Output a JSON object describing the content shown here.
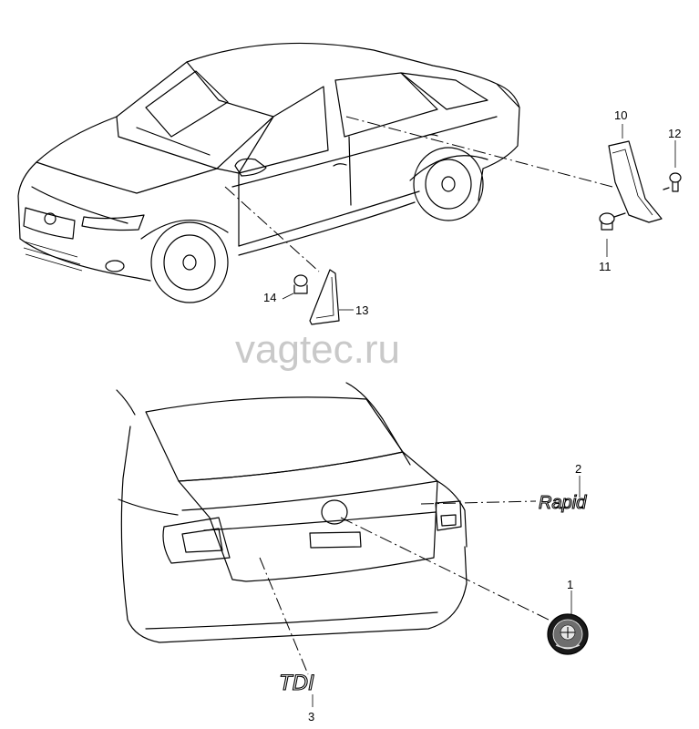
{
  "watermark": "vagtec.ru",
  "callouts": {
    "c1": "1",
    "c2": "2",
    "c3": "3",
    "c10": "10",
    "c11": "11",
    "c12": "12",
    "c13": "13",
    "c14": "14"
  },
  "badges": {
    "rapid": "Rapid",
    "tdi": "TDI"
  }
}
